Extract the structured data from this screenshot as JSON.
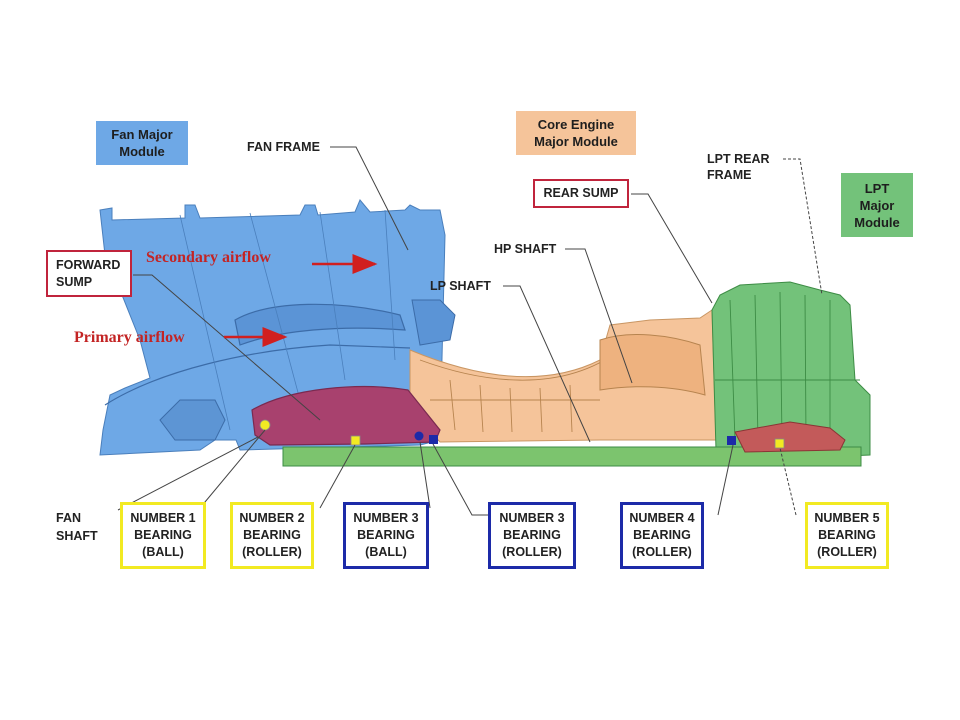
{
  "modules": {
    "fan": {
      "label": "Fan Major\nModule",
      "color": "#6ea8e6"
    },
    "core": {
      "label": "Core Engine\nMajor Module",
      "color": "#f5c49a"
    },
    "lpt": {
      "label": "LPT\nMajor\nModule",
      "color": "#73c27a"
    }
  },
  "components": {
    "fan_frame": "FAN FRAME",
    "lpt_rear_frame": "LPT REAR\nFRAME",
    "hp_shaft": "HP SHAFT",
    "lp_shaft": "LP SHAFT",
    "fan_shaft": "FAN\nSHAFT"
  },
  "sumps": {
    "forward": "FORWARD\nSUMP",
    "rear": "REAR SUMP"
  },
  "airflow": {
    "secondary": "Secondary airflow",
    "primary": "Primary airflow"
  },
  "bearings": [
    {
      "label": "NUMBER 1\nBEARING\n(BALL)",
      "type": "ball"
    },
    {
      "label": "NUMBER 2\nBEARING\n(ROLLER)",
      "type": "roller"
    },
    {
      "label": "NUMBER 3\nBEARING\n(BALL)",
      "type": "ball"
    },
    {
      "label": "NUMBER 3\nBEARING\n(ROLLER)",
      "type": "roller"
    },
    {
      "label": "NUMBER 4\nBEARING\n(ROLLER)",
      "type": "roller"
    },
    {
      "label": "NUMBER 5\nBEARING\n(ROLLER)",
      "type": "roller"
    }
  ],
  "colors": {
    "fan": "#6ea8e6",
    "core": "#f5c49a",
    "lpt": "#73c27a",
    "sump": "#a8416e",
    "shaft": "#7cc46e",
    "arrow": "#d11f1f",
    "bearing_yellow": "#f2ea22",
    "bearing_blue": "#1c2aa8",
    "sump_border": "#c0243c"
  }
}
